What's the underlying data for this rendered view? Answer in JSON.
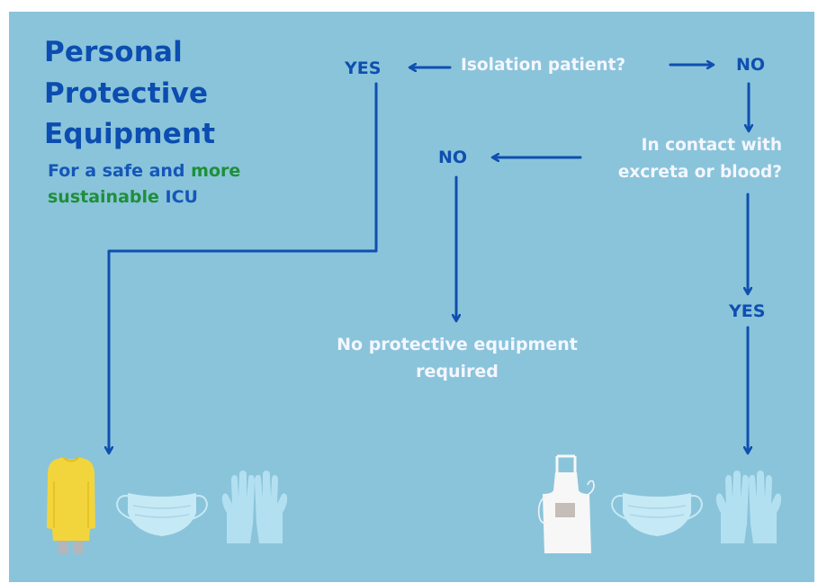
{
  "title": {
    "line1": "Personal",
    "line2": "Protective",
    "line3": "Equipment"
  },
  "subtitle": {
    "part1": "For a safe and ",
    "part2": "more",
    "part3": "sustainable",
    "part4": " ICU"
  },
  "question1": "Isolation patient?",
  "yes1": "YES",
  "no1": "NO",
  "question2": {
    "line1": "In contact with",
    "line2": "excreta or blood?"
  },
  "no2": "NO",
  "yes2": "YES",
  "no_equipment": {
    "line1": "No protective equipment",
    "line2": "required"
  },
  "colors": {
    "background": "#8ac4da",
    "arrow": "#0f4fb0",
    "title": "#0b4db0",
    "highlight_green": "#1e8f3a",
    "question_text": "#f4f6ff",
    "gown": "#f2d53c",
    "mask": "#c6e9f6",
    "gloves": "#b3e0f0",
    "apron": "#f7f7f7"
  },
  "icons": {
    "left_group": [
      "gown-icon",
      "mask-icon",
      "gloves-icon"
    ],
    "right_group": [
      "apron-icon",
      "mask-icon",
      "gloves-icon"
    ]
  }
}
